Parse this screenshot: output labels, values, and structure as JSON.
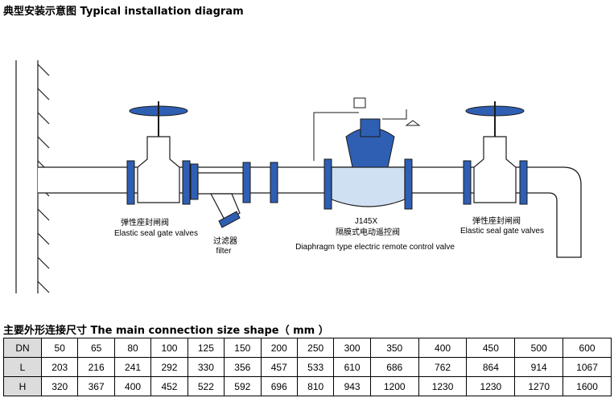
{
  "header": {
    "title": "典型安装示意图 Typical installation diagram",
    "table_title": "主要外形连接尺寸 The main connection size shape（ mm ）"
  },
  "diagram": {
    "left_valve_cn": "弹性座封闸阀",
    "left_valve_en": "Elastic seal gate valves",
    "filter_cn": "过滤器",
    "filter_en": "filter",
    "main_valve_model": "J145X",
    "main_valve_cn": "隔膜式电动遥控阀",
    "main_valve_en": "Diaphragm type electric remote control valve",
    "right_valve_cn": "弹性座封闸阀",
    "right_valve_en": "Elastic seal gate valves",
    "colors": {
      "valve_blue": "#2f5fb3",
      "body_light": "#cfe0f2",
      "line": "#1a1a1a"
    }
  },
  "table": {
    "rows": [
      {
        "label": "DN",
        "values": [
          "50",
          "65",
          "80",
          "100",
          "125",
          "150",
          "200",
          "250",
          "300",
          "350",
          "400",
          "450",
          "500",
          "600"
        ]
      },
      {
        "label": "L",
        "values": [
          "203",
          "216",
          "241",
          "292",
          "330",
          "356",
          "457",
          "533",
          "610",
          "686",
          "762",
          "864",
          "914",
          "1067"
        ]
      },
      {
        "label": "H",
        "values": [
          "320",
          "367",
          "400",
          "452",
          "522",
          "592",
          "696",
          "810",
          "943",
          "1200",
          "1230",
          "1230",
          "1270",
          "1600"
        ]
      }
    ]
  }
}
